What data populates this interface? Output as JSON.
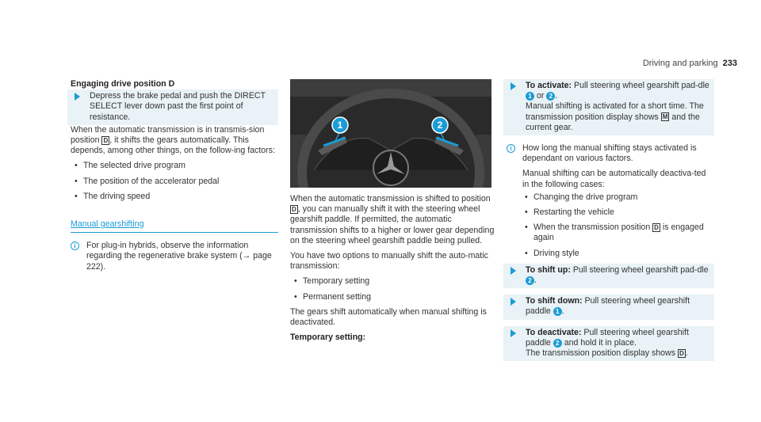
{
  "header": {
    "section": "Driving and parking",
    "page": "233"
  },
  "left": {
    "title": "Engaging drive position D",
    "step": {
      "pre": "Depress the brake pedal and push the DIRECT SELECT lever down past the first point of resistance."
    },
    "para_a": "When the automatic transmission is in transmis-sion position ",
    "symbol_d": "D",
    "para_b": ", it shifts the gears automatically. This depends, among other things, on the follow-ing factors:",
    "items": [
      "The selected drive program",
      "The position of the accelerator pedal",
      "The driving speed"
    ],
    "section_heading": "Manual gearshifting",
    "note": "For plug-in hybrids, observe the information regarding the regenerative brake system (→ page 222)."
  },
  "middle": {
    "callouts": [
      "1",
      "2"
    ],
    "para1_a": "When the automatic transmission is shifted to position ",
    "para1_b": ", you can manually shift it with the steering wheel gearshift paddle. If permitted, the automatic transmission shifts to a higher or lower gear depending on the steering wheel gearshift paddle being pulled.",
    "para2": "You have two options to manually shift the auto-matic transmission:",
    "items": [
      "Temporary setting",
      "Permanent setting"
    ],
    "para3": "The gears shift automatically when manual shifting is deactivated.",
    "subheading": "Temporary setting:"
  },
  "right": {
    "activate_label": "To activate:",
    "activate_a": " Pull steering wheel gearshift pad-dle ",
    "or": " or ",
    "activate_b": ".",
    "activate_c": "Manual shifting is activated for a short time. The transmission position display shows ",
    "symbol_m": "M",
    "activate_d": " and the current gear.",
    "note_a": "How long the manual shifting stays activated is dependant on various factors.",
    "note_b": "Manual shifting can be automatically deactiva-ted in the following cases:",
    "items": [
      "Changing the drive program",
      "Restarting the vehicle",
      "When the transmission position ",
      "Driving style"
    ],
    "item3_tail": " is engaged again",
    "up_label": "To shift up:",
    "up_text": " Pull steering wheel gearshift pad-dle ",
    "down_label": "To shift down:",
    "down_text": " Pull steering wheel gearshift paddle ",
    "deact_label": "To deactivate:",
    "deact_a": " Pull steering wheel gearshift paddle ",
    "deact_b": " and hold it in place.",
    "deact_c": "The transmission position display shows ",
    "period": "."
  }
}
